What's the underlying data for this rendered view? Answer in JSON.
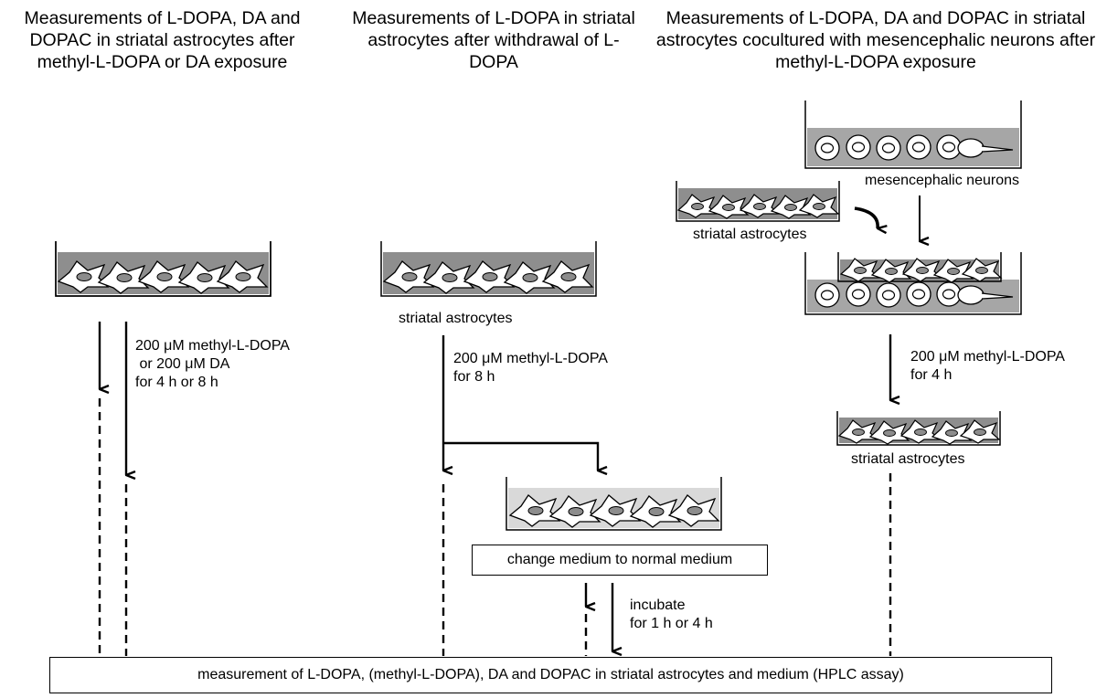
{
  "titles": {
    "col1": "Measurements of L-DOPA, DA and DOPAC in striatal astrocytes after methyl-L-DOPA or DA exposure",
    "col2": "Measurements of L-DOPA in striatal astrocytes after withdrawal of L-DOPA",
    "col3": "Measurements of L-DOPA, DA and DOPAC in striatal astrocytes cocultured with mesencephalic neurons after methyl-L-DOPA exposure"
  },
  "col1": {
    "treatment_line1": "200 μM methyl-L-DOPA",
    "treatment_line2": " or 200 μM DA",
    "treatment_line3": "for 4 h or 8 h"
  },
  "col2": {
    "dish_label": "striatal astrocytes",
    "treatment_line1": "200 μM methyl-L-DOPA",
    "treatment_line2": "for 8 h",
    "change_medium": "change medium to normal medium",
    "incubate_line1": "incubate",
    "incubate_line2": "for 1 h or 4 h"
  },
  "col3": {
    "neurons_label": "mesencephalic neurons",
    "astro_label": "striatal astrocytes",
    "treatment_line1": "200 μM methyl-L-DOPA",
    "treatment_line2": "for 4 h",
    "final_label": "striatal astrocytes"
  },
  "bottom_box": "measurement of L-DOPA, (methyl-L-DOPA), DA and DOPAC in striatal astrocytes and medium (HPLC assay)"
}
